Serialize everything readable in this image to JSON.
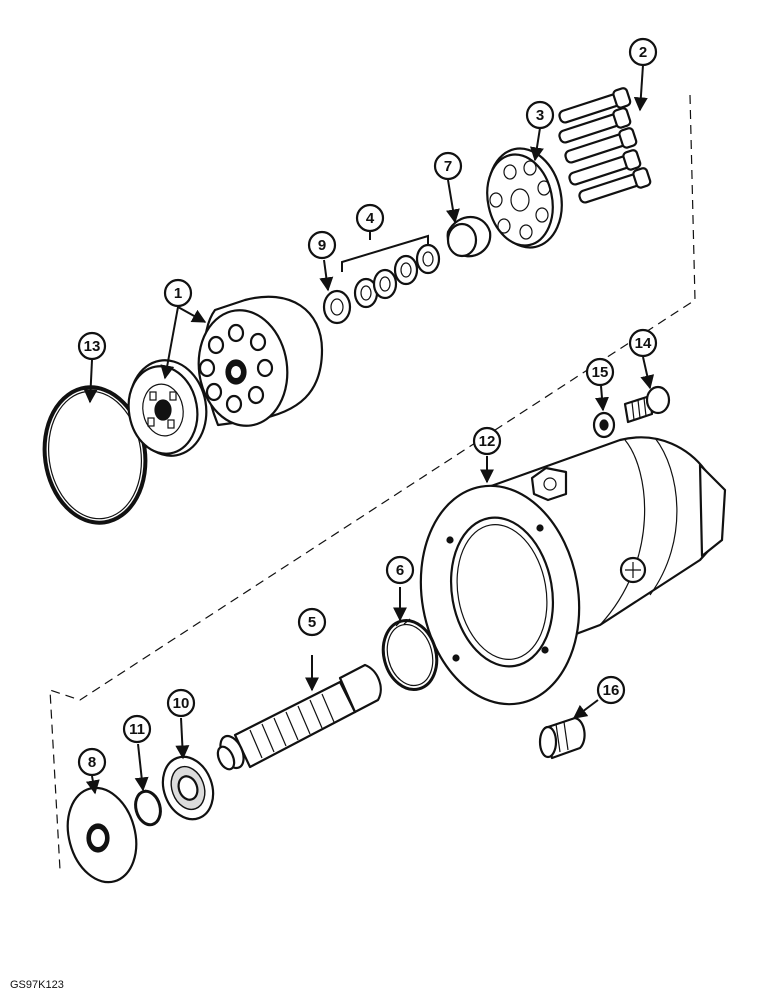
{
  "figure": {
    "reference_code": "GS97K123",
    "callouts": {
      "c1": "1",
      "c2": "2",
      "c3": "3",
      "c4": "4",
      "c5": "5",
      "c6": "6",
      "c7": "7",
      "c8": "8",
      "c9": "9",
      "c10": "10",
      "c11": "11",
      "c12": "12",
      "c13": "13",
      "c14": "14",
      "c15": "15",
      "c16": "16"
    }
  }
}
